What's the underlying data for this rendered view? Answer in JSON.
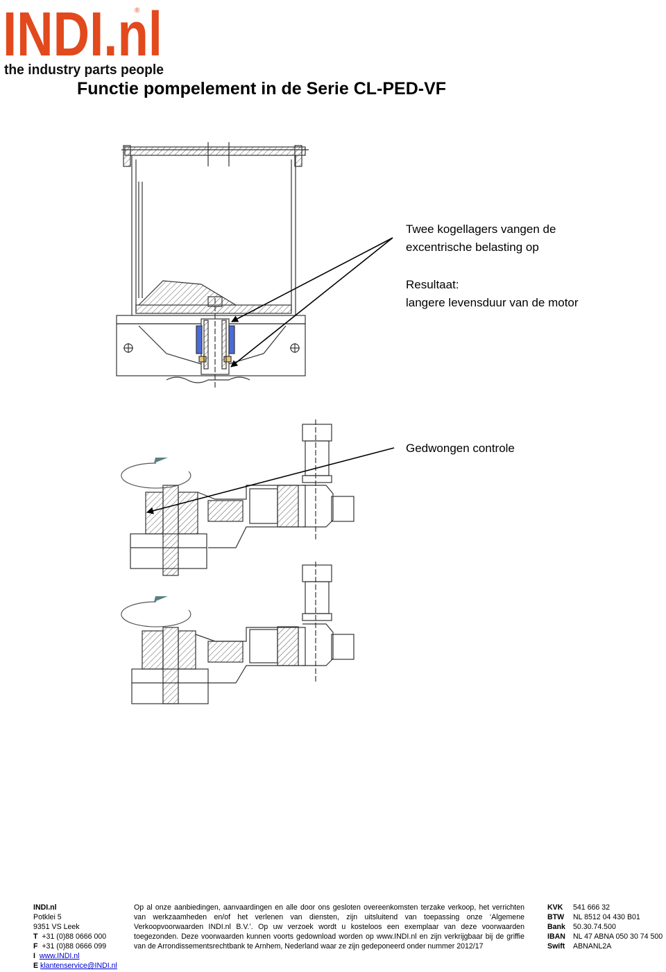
{
  "logo": {
    "wordmark": "INDI.nl",
    "tagline": "the industry parts people",
    "brand_color": "#e2491c",
    "registered_mark": "®"
  },
  "title": "Functie pompelement in de Serie CL-PED-VF",
  "callouts": {
    "bearings_line1": "Twee kogellagers vangen de",
    "bearings_line2": "excentrische belasting op",
    "result_line1": "Resultaat:",
    "result_line2": "langere levensduur van de motor",
    "forced": "Gedwongen controle"
  },
  "footer": {
    "company": "INDI.nl",
    "street": "Potklei 5",
    "city": "9351 VS Leek",
    "phone_label": "T",
    "phone": "+31 (0)88 0666 000",
    "fax_label": "F",
    "fax": "+31 (0)88 0666 099",
    "web_label": "I",
    "web": "www.INDI.nl",
    "email_label": "E",
    "email": "klantenservice@INDI.nl",
    "terms": "Op al onze aanbiedingen, aanvaardingen en alle door ons gesloten overeenkomsten terzake verkoop, het verrichten van werkzaamheden en/of het verlenen van diensten, zijn uitsluitend van toepassing onze ‘Algemene Verkoopvoorwaarden INDI.nl B.V.’. Op uw verzoek wordt u kosteloos een exemplaar van deze voorwaarden toegezonden. Deze voorwaarden kunnen voorts gedownload worden op www.INDI.nl en zijn verkrijgbaar bij de griffie van de Arrondissementsrechtbank te Arnhem, Nederland waar ze zijn gedeponeerd onder nummer 2012/17",
    "registration": [
      {
        "key": "KVK",
        "value": "541 666 32"
      },
      {
        "key": "BTW",
        "value": "NL 8512 04 430 B01"
      },
      {
        "key": "Bank",
        "value": "50.30.74.500"
      },
      {
        "key": "IBAN",
        "value": "NL 47 ABNA 050 30 74 500"
      },
      {
        "key": "Swift",
        "value": "ABNANL2A"
      }
    ]
  }
}
